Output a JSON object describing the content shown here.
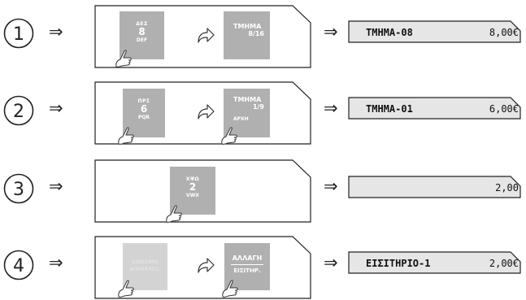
{
  "rows": [
    {
      "step": "1",
      "key1": {
        "top": "ΔΕΖ",
        "mid": "8",
        "bot": "DEF"
      },
      "key2": {
        "top": "ΤΜΗΜΑ",
        "mid": "8/16",
        "bot": ""
      },
      "display": {
        "left": "ΤΜΗΜΑ-08",
        "right": "8,00€"
      }
    },
    {
      "step": "2",
      "key1": {
        "top": "ΠΡΣ",
        "mid": "6",
        "bot": "PQR"
      },
      "key2": {
        "top": "ΤΜΗΜΑ",
        "mid": "1/9",
        "bot": "ΑΡΧΗ"
      },
      "display": {
        "left": "ΤΜΗΜΑ-01",
        "right": "6,00€"
      }
    },
    {
      "step": "3",
      "key1": {
        "top": "ΧΨΩ",
        "mid": "2",
        "bot": "VWX"
      },
      "display": {
        "left": "",
        "right": "2,00"
      }
    },
    {
      "step": "4",
      "key1": {
        "top": "ΚΛΕΙΣΙΜΟ",
        "mid": "",
        "bot": "ΑΠΟΤΕΛΕΣ."
      },
      "key2": {
        "top": "ΑΛΛΑΓΗ",
        "mid": "",
        "bot": "ΕΙΣΙΤΗΡ."
      },
      "display": {
        "left": "ΕΙΣΙΤΗΡΙΟ-1",
        "right": "2,00€"
      }
    }
  ],
  "arrow": "⇒"
}
